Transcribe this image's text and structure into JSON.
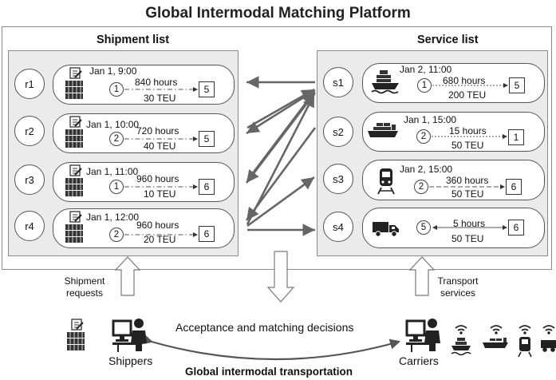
{
  "title": "Global Intermodal Matching Platform",
  "shipment_panel": {
    "title": "Shipment list",
    "rows": [
      {
        "id": "r1",
        "time": "Jan 1, 9:00",
        "order": "1",
        "hours": "840 hours",
        "volume": "30 TEU",
        "dest": "5"
      },
      {
        "id": "r2",
        "time": "Jan 1, 10:00",
        "order": "2",
        "hours": "720 hours",
        "volume": "40 TEU",
        "dest": "5"
      },
      {
        "id": "r3",
        "time": "Jan 1, 11:00",
        "order": "1",
        "hours": "960 hours",
        "volume": "10 TEU",
        "dest": "6"
      },
      {
        "id": "r4",
        "time": "Jan 1, 12:00",
        "order": "2",
        "hours": "960 hours",
        "volume": "20 TEU",
        "dest": "6"
      }
    ]
  },
  "service_panel": {
    "title": "Service list",
    "rows": [
      {
        "id": "s1",
        "icon": "ship-icon",
        "time": "Jan 2, 11:00",
        "order": "1",
        "hours": "680 hours",
        "volume": "200 TEU",
        "dest": "5"
      },
      {
        "id": "s2",
        "icon": "barge-icon",
        "time": "Jan 1, 15:00",
        "order": "2",
        "hours": "15 hours",
        "volume": "50 TEU",
        "dest": "1"
      },
      {
        "id": "s3",
        "icon": "train-icon",
        "time": "Jan 2, 15:00",
        "order": "2",
        "hours": "360 hours",
        "volume": "50 TEU",
        "dest": "6"
      },
      {
        "id": "s4",
        "icon": "truck-icon",
        "time": "",
        "order": "5",
        "hours": "5 hours",
        "volume": "50 TEU",
        "dest": "6"
      }
    ]
  },
  "captions": {
    "shipment_requests": "Shipment requests",
    "transport_services": "Transport services",
    "decisions": "Acceptance and matching decisions",
    "shippers": "Shippers",
    "carriers": "Carriers",
    "bottom_title": "Global intermodal transportation"
  },
  "colors": {
    "arrow": "#666666",
    "panel": "#ebebeb",
    "border": "#8a8a8a"
  }
}
